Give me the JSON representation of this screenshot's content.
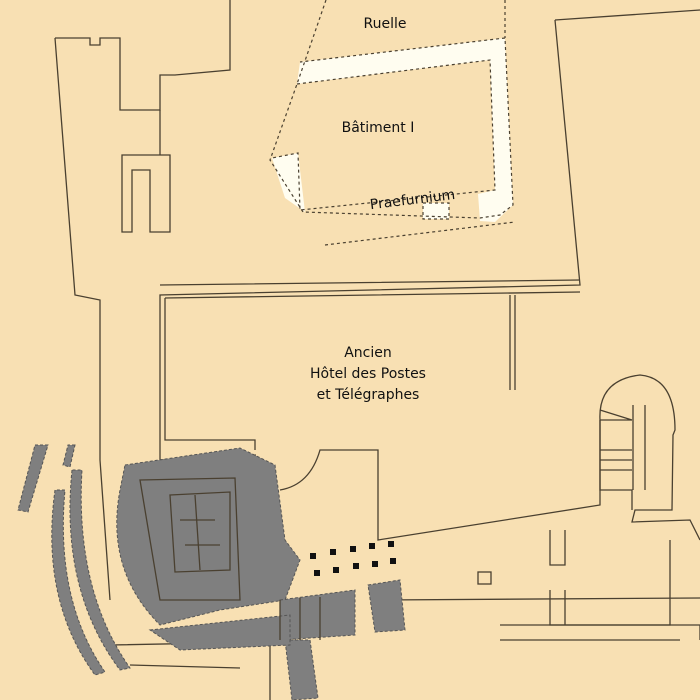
{
  "labels": {
    "ruelle": "Ruelle",
    "batiment": "Bâtiment I",
    "praefurnium": "Praefurnium",
    "hotel_line1": "Ancien",
    "hotel_line2": "Hôtel des Postes",
    "hotel_line3": "et Télégraphes"
  },
  "colors": {
    "background": "#f8e0b3",
    "walls": "#4a4030",
    "excavated_remains": "#7f7f7f",
    "building_I_walls": "#fffdf0"
  }
}
